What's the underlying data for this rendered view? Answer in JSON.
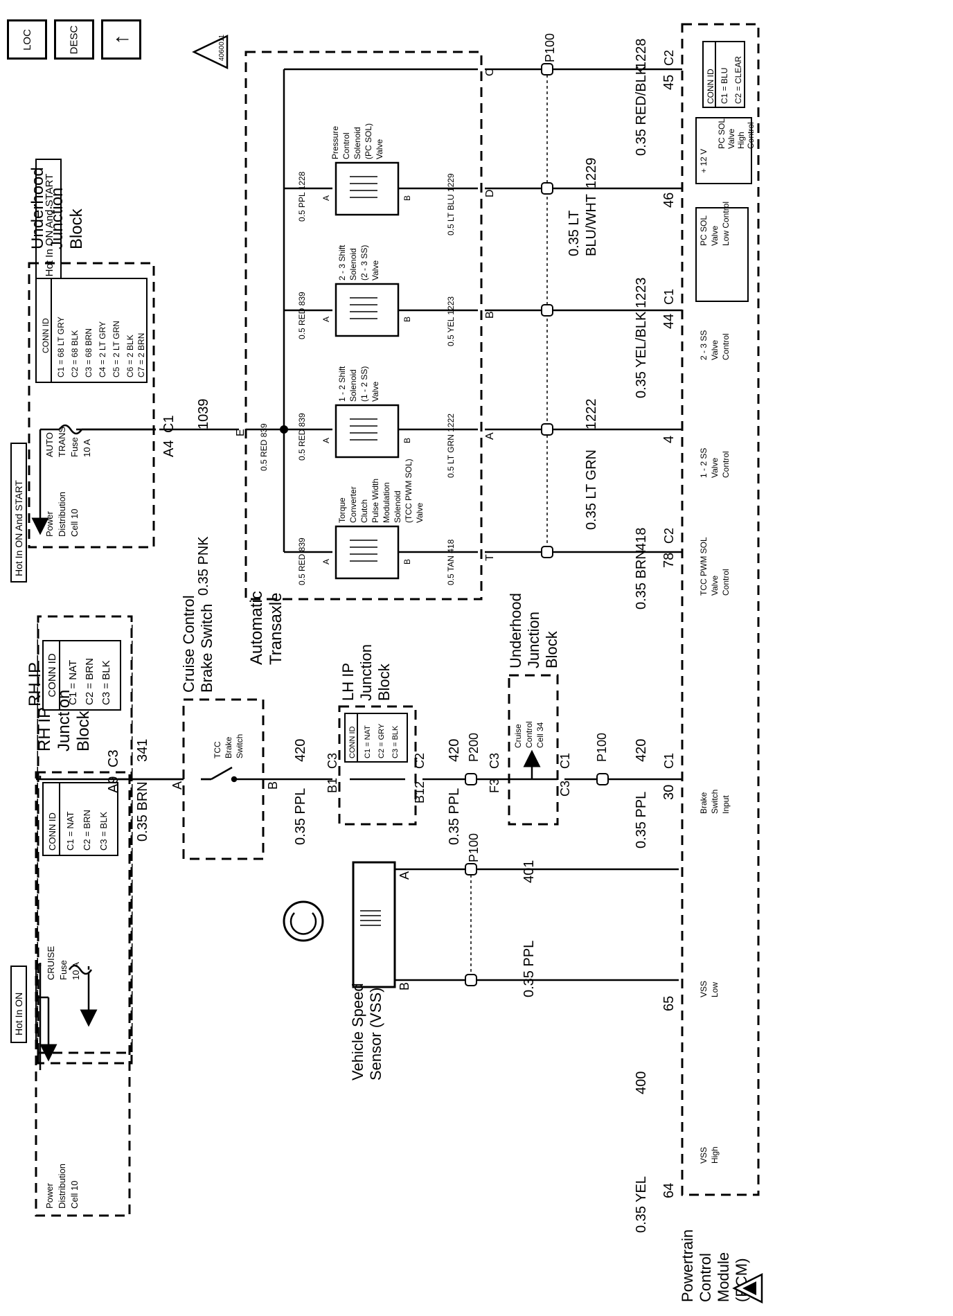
{
  "nav": {
    "loc_label": "LOC",
    "desc_label": "DESC",
    "up_label": "↑"
  },
  "page_tag": "4060011",
  "blocks": {
    "power_hot_on": "Hot In ON",
    "power_hot_on_start": "Hot In ON And START",
    "rh_ip_title": [
      "RH IP",
      "Junction",
      "Block"
    ],
    "rh_ip_conn": [
      "CONN ID",
      "C1 = NAT",
      "C2 = BRN",
      "C3 = BLK"
    ],
    "underhood_title": [
      "Underhood",
      "Junction",
      "Block"
    ],
    "underhood_conn": [
      "CONN ID",
      "C1 = 68 LT GRY",
      "C2 = 68 BLK",
      "C3 = 68 BRN",
      "C4 = 2 LT GRY",
      "C5 = 2 LT GRN",
      "C6 = 2 BLK",
      "C7 = 2 BRN"
    ],
    "power_dist": [
      "Power",
      "Distribution",
      "Cell 10"
    ],
    "cruise_fuse": [
      "CRUISE",
      "Fuse",
      "10 A"
    ],
    "auto_trans_fuse": [
      "AUTO",
      "TRANS",
      "Fuse",
      "10 A"
    ],
    "cruise_switch_title": [
      "Cruise Control",
      "Brake Switch"
    ],
    "tcc_brake_switch": [
      "TCC",
      "Brake",
      "Switch"
    ],
    "lh_ip_title": [
      "LH IP",
      "Junction",
      "Block"
    ],
    "lh_ip_conn": [
      "CONN ID",
      "C1 = NAT",
      "C2 = GRY",
      "C3 = BLK"
    ],
    "underhood2_title": [
      "Underhood",
      "Junction",
      "Block"
    ],
    "cruise_cell": [
      "Cruise",
      "Control",
      "Cell 34"
    ],
    "transaxle_title": [
      "Automatic",
      "Transaxle"
    ],
    "vss_title": [
      "Vehicle Speed",
      "Sensor (VSS)"
    ],
    "pcm_title": [
      "Powertrain",
      "Control",
      "Module",
      "(PCM)"
    ],
    "pcm_conn": [
      "CONN ID",
      "C1 = BLU",
      "C2 = CLEAR"
    ]
  },
  "solenoids": [
    {
      "name": [
        "Torque",
        "Converter",
        "Clutch",
        "Pulse Width",
        "Modulation",
        "Solenoid",
        "(TCC PWM SOL)",
        "Valve"
      ],
      "in_wire": "0.5 RED  839",
      "out_wire": "0.5 TAN  418",
      "pin_a": "A",
      "pin_b": "B",
      "conn": "T"
    },
    {
      "name": [
        "1 - 2 Shift",
        "Solenoid",
        "(1 - 2 SS)",
        "Valve"
      ],
      "in_wire": "0.5 RED  839",
      "out_wire": "0.5 LT GRN  1222",
      "pin_a": "A",
      "pin_b": "B",
      "conn": "A"
    },
    {
      "name": [
        "2 - 3 Shift",
        "Solenoid",
        "(2 - 3 SS)",
        "Valve"
      ],
      "in_wire": "0.5 RED  839",
      "out_wire": "0.5 YEL  1223",
      "pin_a": "A",
      "pin_b": "B",
      "conn": "B"
    },
    {
      "name": [
        "Pressure",
        "Control",
        "Solenoid",
        "(PC SOL)",
        "Valve"
      ],
      "in_wire": "0.5 PPL  1228",
      "out_wire": "0.5 LT BLU  1229",
      "pin_a": "A",
      "pin_b": "B",
      "conn": "D"
    }
  ],
  "feed": {
    "e_wire": "0.5 RED  839",
    "e_conn": "E",
    "top_conn": "C"
  },
  "pcm_wires": [
    {
      "wire": "0.35 YEL",
      "circuit": "400",
      "pin": "64",
      "func": [
        "VSS",
        "High"
      ]
    },
    {
      "wire": "0.35 PPL",
      "circuit": "401",
      "pin": "65",
      "func": [
        "VSS",
        "Low"
      ]
    },
    {
      "wire": "0.35 PPL",
      "circuit": "420",
      "pin": "30",
      "conn": "C1",
      "func": [
        "Brake",
        "Switch",
        "Input"
      ]
    },
    {
      "wire": "0.35 BRN",
      "circuit": "418",
      "pin": "78",
      "conn": "C2",
      "func": [
        "TCC PWM SOL",
        "Valve",
        "Control"
      ]
    },
    {
      "wire": "0.35 LT GRN",
      "circuit": "1222",
      "pin": "4",
      "func": [
        "1 - 2 SS",
        "Valve",
        "Control"
      ]
    },
    {
      "wire": "0.35 YEL/BLK",
      "circuit": "1223",
      "pin": "44",
      "conn": "C1",
      "func": [
        "2 - 3 SS",
        "Valve",
        "Control"
      ]
    },
    {
      "wire": "0.35 LT BLU/WHT",
      "wire_lines": [
        "0.35 LT",
        "BLU/WHT"
      ],
      "circuit": "1229",
      "pin": "46",
      "func": [
        "PC SOL",
        "Valve",
        "Low Control"
      ]
    },
    {
      "wire": "0.35 RED/BLK",
      "circuit": "1228",
      "pin": "45",
      "conn": "C2",
      "func": [
        "PC SOL",
        "Valve",
        "High",
        "Control"
      ]
    }
  ],
  "left_chain": {
    "brn_wire": "0.35 BRN",
    "brn_circuit": "341",
    "a9": "A9",
    "c3": "C3",
    "sw_a": "A",
    "sw_b": "B",
    "ppl_wire1": "0.35 PPL",
    "ppl_circuit1": "420",
    "b1": "B1",
    "c3b": "C3",
    "b12": "B12",
    "c2": "C2",
    "ppl_wire2": "0.35 PPL",
    "ppl_circuit2": "420",
    "p200": "P200",
    "f3": "F3",
    "c3c": "C3",
    "c3d": "C3",
    "c1": "C1",
    "p100": "P100"
  },
  "pnk": {
    "wire": "0.35 PNK",
    "circuit": "1039",
    "a4": "A4",
    "c1": "C1"
  },
  "vss": {
    "pin_a": "A",
    "pin_b": "B",
    "p100": "P100"
  },
  "plus12": "+ 12 V",
  "p100_top": "P100"
}
